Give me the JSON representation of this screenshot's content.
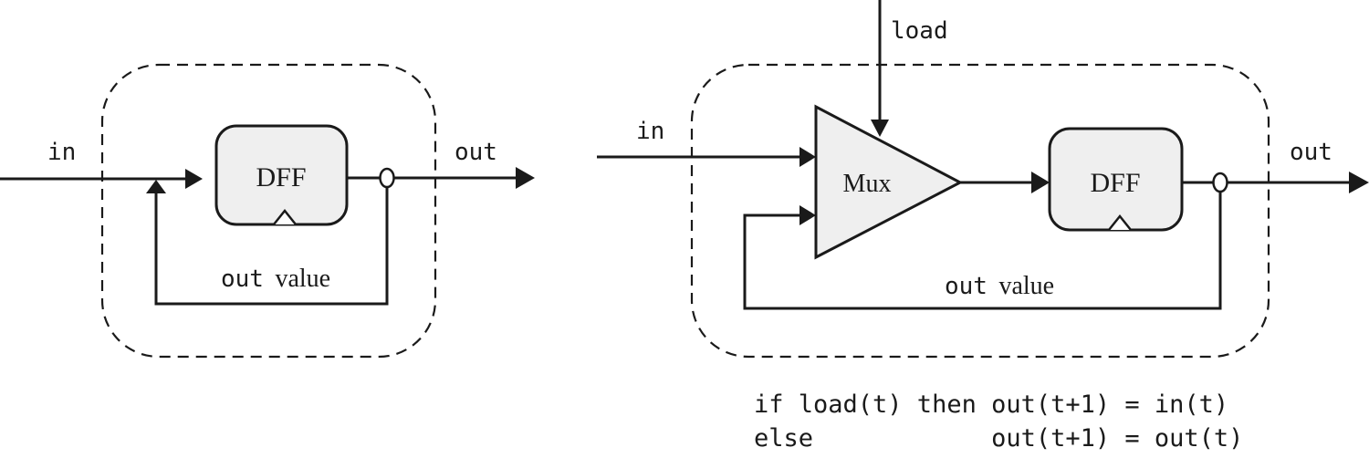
{
  "colors": {
    "stroke": "#1a1a1a",
    "block_fill": "#efefef",
    "background": "#ffffff"
  },
  "diagram_left": {
    "title": "DFF with feedback",
    "input_label": "in",
    "output_label": "out",
    "dff_label": "DFF",
    "feedback_label_mono": "out",
    "feedback_label_serif": "value"
  },
  "diagram_right": {
    "title": "1-bit register",
    "load_label": "load",
    "input_label": "in",
    "output_label": "out",
    "mux_label": "Mux",
    "dff_label": "DFF",
    "feedback_label_mono": "out",
    "feedback_label_serif": "value"
  },
  "caption": {
    "line1": "if load(t) then out(t+1) = in(t)",
    "line2": "else            out(t+1) = out(t)"
  }
}
